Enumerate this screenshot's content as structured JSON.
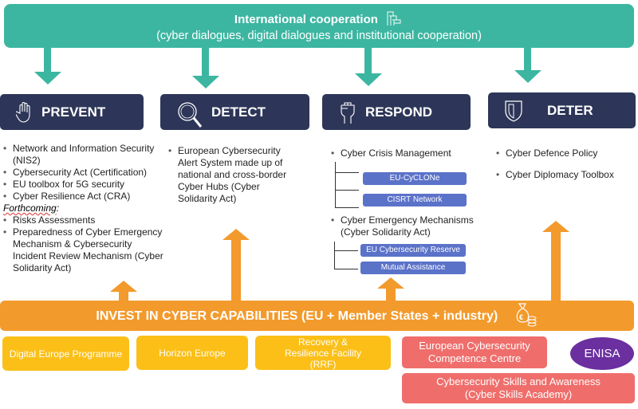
{
  "top": {
    "title": "International cooperation",
    "subtitle": "(cyber dialogues, digital dialogues and institutional cooperation)",
    "icon": "flags-icon"
  },
  "pillars": [
    {
      "label": "PREVENT",
      "icon": "hand-icon"
    },
    {
      "label": "DETECT",
      "icon": "magnifier-icon"
    },
    {
      "label": "RESPOND",
      "icon": "fist-icon"
    },
    {
      "label": "DETER",
      "icon": "shield-icon"
    }
  ],
  "prevent": {
    "items": [
      "Network and Information Security (NIS2)",
      "Cybersecurity Act (Certification)",
      "EU toolbox for 5G security",
      "Cyber Resilience Act (CRA)"
    ],
    "forthcoming_label": "Forthcoming",
    "forthcoming": [
      "Risks Assessments",
      "Preparedness of Cyber Emergency Mechanism &  Cybersecurity Incident Review Mechanism (Cyber Solidarity Act)"
    ]
  },
  "detect": {
    "items": [
      "European Cybersecurity Alert System made up of national and cross-border Cyber Hubs (Cyber Solidarity Act)"
    ]
  },
  "respond": {
    "item1": "Cyber Crisis Management",
    "sub1": [
      "EU-CyCLONe",
      "CISRT Network"
    ],
    "item2": "Cyber Emergency Mechanisms (Cyber Solidarity Act)",
    "sub2": [
      "EU Cybersecurity Reserve",
      "Mutual Assistance"
    ]
  },
  "deter": {
    "items": [
      "Cyber Defence Policy",
      "Cyber Diplomacy Toolbox"
    ]
  },
  "invest": {
    "label": "INVEST IN CYBER CAPABILITIES (EU + Member States + industry)",
    "icon": "money-bag-icon"
  },
  "programmes": [
    "Digital Europe Programme",
    "Horizon Europe",
    "Recovery & Resilience Facility (RRF)"
  ],
  "bodies": {
    "eccc": "European Cybersecurity Competence Centre",
    "enisa": "ENISA",
    "skills": "Cybersecurity Skills and Awareness (Cyber Skills Academy)"
  },
  "colors": {
    "teal": "#3cb6a1",
    "navy": "#2d3658",
    "orange": "#f39a2c",
    "yellow": "#fbbf17",
    "red": "#ef6e6b",
    "purple": "#6b2fa0",
    "blue": "#5b72c9"
  }
}
